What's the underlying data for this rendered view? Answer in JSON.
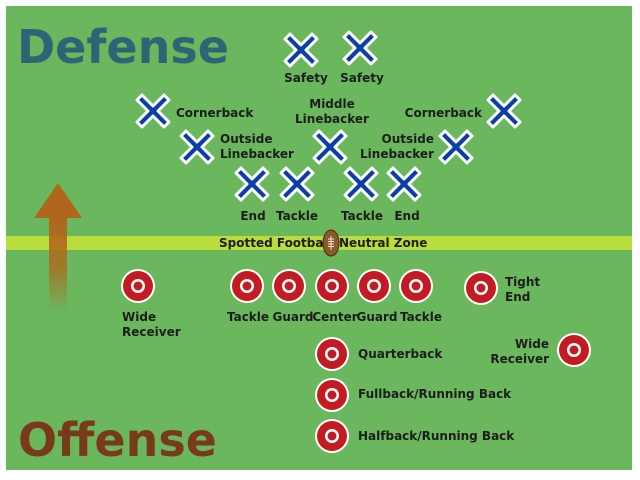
{
  "titles": {
    "defense": "Defense",
    "offense": "Offense"
  },
  "line": {
    "zone_left": "Spotted Footba",
    "zone_right": "Neutral Zone"
  },
  "defense": {
    "safety_left": "Safety",
    "safety_right": "Safety",
    "cornerback_left": "Cornerback",
    "middle_linebacker_1": "Middle",
    "middle_linebacker_2": "Linebacker",
    "cornerback_right": "Cornerback",
    "outside_linebacker_left_1": "Outside",
    "outside_linebacker_left_2": "Linebacker",
    "outside_linebacker_right_1": "Outside",
    "outside_linebacker_right_2": "Linebacker",
    "end_left": "End",
    "tackle_left": "Tackle",
    "tackle_right": "Tackle",
    "end_right": "End"
  },
  "offense": {
    "wide_receiver_left_1": "Wide",
    "wide_receiver_left_2": "Receiver",
    "tackle_left": "Tackle",
    "guard_left": "Guard",
    "center": "Center",
    "guard_right": "Guard",
    "tackle_right": "Tackle",
    "tight_end_1": "Tight",
    "tight_end_2": "End",
    "wide_receiver_right_1": "Wide",
    "wide_receiver_right_2": "Receiver",
    "quarterback": "Quarterback",
    "fullback": "Fullback/Running Back",
    "halfback": "Halfback/Running Back"
  },
  "colors": {
    "field": "#6ab75e",
    "scrimmage_line": "#b8dd3c",
    "defense_title": "#2d6577",
    "offense_title": "#793a1c",
    "defense_x": "#0b3fa8",
    "offense_ring": "#c41b22",
    "arrow": "#b0661b",
    "football": "#8b5a2b"
  },
  "icons": {
    "defense_player": "x-mark-icon",
    "offense_player": "ring-icon",
    "ball": "football-icon",
    "direction": "up-arrow-icon"
  }
}
